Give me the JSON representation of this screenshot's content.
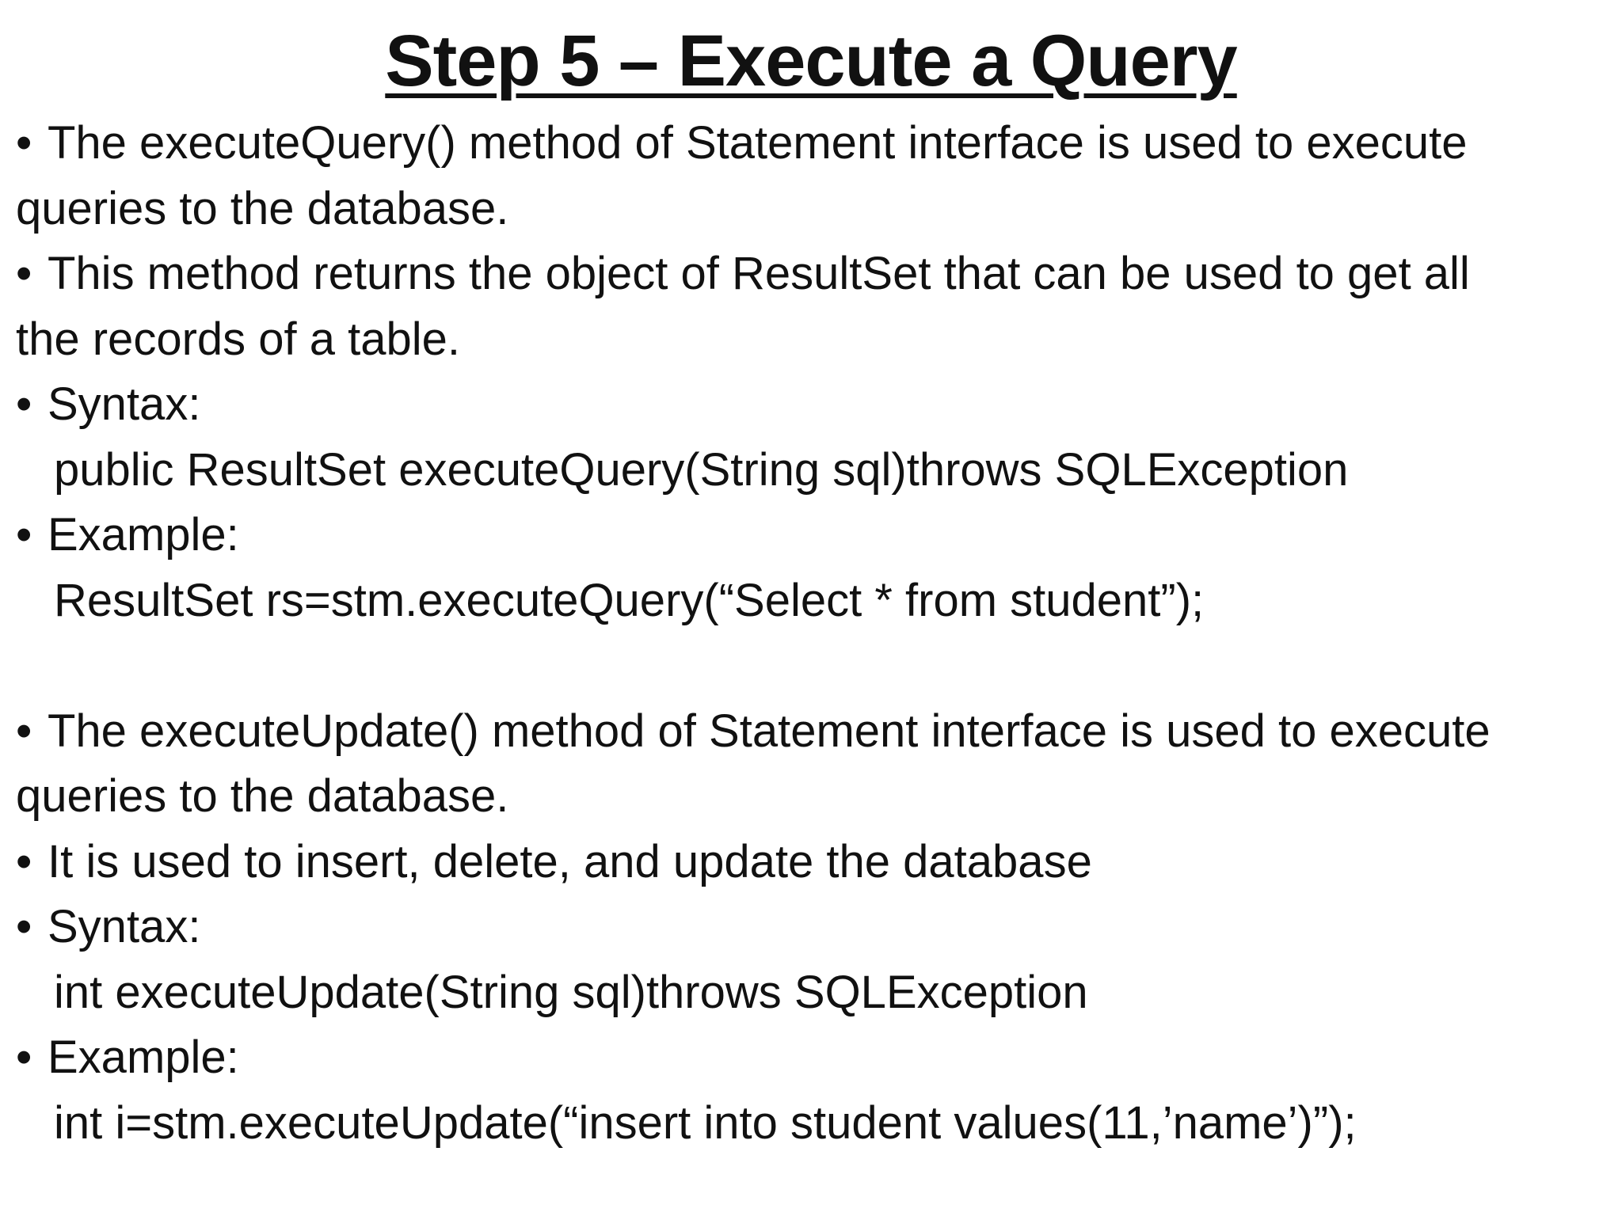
{
  "slide": {
    "title": "Step 5 – Execute a Query",
    "bullet_symbol": "•",
    "section1": {
      "p1_line1": "The executeQuery() method of Statement interface is used to execute",
      "p1_line2": "queries to the database.",
      "p2_line1": "This method returns the object of ResultSet that can be used to get all",
      "p2_line2": "the records of a table.",
      "syntax_label": "Syntax:",
      "syntax_code": "public  ResultSet executeQuery(String sql)throws SQLException",
      "example_label": "Example:",
      "example_code": "ResultSet rs=stm.executeQuery(“Select * from student”);"
    },
    "section2": {
      "p1_line1": "The executeUpdate() method of Statement interface is used to execute",
      "p1_line2": "queries to the database.",
      "p2_line1": "It is used to insert, delete, and update the database",
      "syntax_label": "Syntax:",
      "syntax_code": "int executeUpdate(String sql)throws SQLException",
      "example_label": "Example:",
      "example_code": "int i=stm.executeUpdate(“insert into student values(11,’name’)”);"
    }
  }
}
